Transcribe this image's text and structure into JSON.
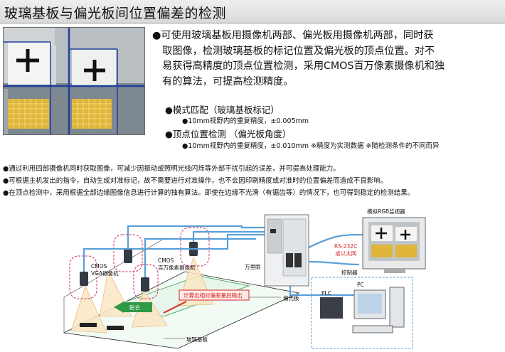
{
  "header": {
    "title": "玻璃基板与偏光板间位置偏差的检测"
  },
  "main": {
    "paragraph_lines": [
      "●可使用玻璃基板用摄像机两部、偏光板用摄像机两部，同时获",
      "取图像，检测玻璃基板的标记位置及偏光板的顶点位置。对不",
      "易获得高精度的顶点位置检测，采用CMOS百万像素摄像机和独",
      "有的算法，可提高检测精度。"
    ],
    "items": [
      {
        "label": "●模式匹配（玻璃基板标记）",
        "detail": "●10mm视野内的重复精度，±0.005mm"
      },
      {
        "label": "●顶点位置检测 （偏光板角度）",
        "detail": "●10mm视野内的重复精度，±0.010mm  ※精度为实测数据  ※随检测条件的不同而异"
      }
    ]
  },
  "notes": [
    "●通过利用四部摄像机同时获取图像，可减少因振动或照明光线闪烁等外部干扰引起的误差，并可提高处理能力。",
    "●可根据主机发出的指令，自动生成对准标记，故不需要进行对准操作，也不会因印刷精度或对准时的位置偏差而造成不良影响。",
    "●在顶点检测中，采用根据全部边缘图像信息进行计算的独有算法。即使在边缘不光滑（有锯齿等）的情况下，也可得到稳定的检测结果。"
  ],
  "diagram": {
    "monitor_label": "模拟RGB监视器",
    "rs232_label": "RS-232C\n或以太网",
    "controller_label": "控制器",
    "vision_label": "万里眼",
    "cam_vga_label": "CMOS\nVGA摄像机",
    "cam_mega_label": "CMOS\n百万像素摄像机",
    "paste_label": "贴合",
    "output_label": "计算出相对偏差量后输出",
    "polarizer_label": "偏光板",
    "glass_label": "玻璃基板",
    "plc_label": "PLC",
    "pc_label": "PC"
  },
  "colors": {
    "title_bg": "#dcdcdc",
    "cable_blue": "#5aa0d8",
    "pink_dash": "#c8286e",
    "green": "#2e9a48",
    "red": "#d8282a"
  }
}
